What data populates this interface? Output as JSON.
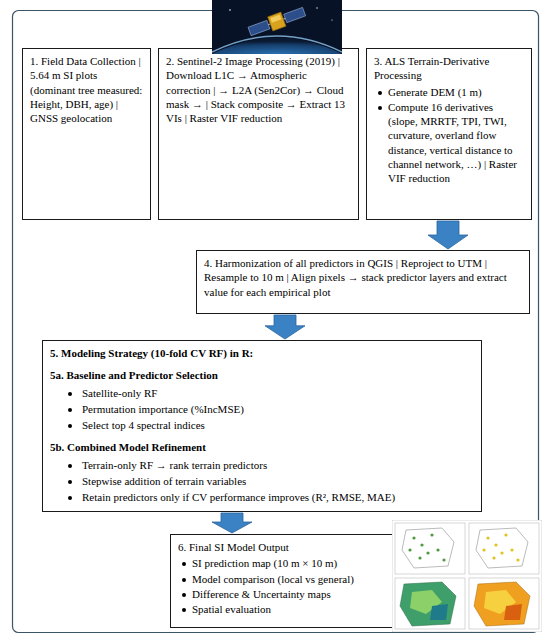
{
  "diagram": {
    "nodes": [
      {
        "text": [
          "1. Field Data Collection | 5.64 m SI plots (dominant tree measured: Height, DBH, age) | GNSS geolocation"
        ]
      },
      {
        "text": [
          "2. Sentinel-2 Image Processing (2019) | Download L1C → Atmospheric correction | → L2A (Sen2Cor) → Cloud mask → | Stack composite → Extract 13 VIs | Raster VIF reduction"
        ]
      },
      {
        "text": [
          "3. ALS Terrain-Derivative Processing",
          "Generate DEM (1 m)",
          "Compute 16 derivatives (slope, MRRTF, TPI, TWI, curvature, overland flow distance, vertical distance to channel network, …) | Raster VIF reduction"
        ]
      },
      {
        "text": [
          "4. Harmonization of all predictors in QGIS | Reproject to UTM | Resample to 10 m | Align pixels → stack predictor layers and extract value for each empirical plot"
        ]
      },
      {
        "text": [
          "5. Modeling Strategy (10-fold CV RF) in R:",
          "5a. Baseline and Predictor Selection",
          "Satellite-only RF",
          "Permutation importance (%IncMSE)",
          "Select top 4 spectral indices",
          "5b. Combined Model Refinement",
          "Terrain-only RF → rank terrain predictors",
          "Stepwise addition of terrain variables",
          "Retain predictors only if CV performance improves (R², RMSE, MAE)"
        ]
      },
      {
        "text": [
          "6. Final SI Model Output",
          "SI prediction map (10 m × 10 m)",
          "Model comparison (local vs general)",
          "Difference & Uncertainty maps",
          "Spatial evaluation"
        ]
      }
    ],
    "edges": [
      {
        "from": 2,
        "to": 3,
        "arrow": "to"
      },
      {
        "from": 3,
        "to": 4,
        "arrow": "to"
      },
      {
        "from": 4,
        "to": 5,
        "arrow": "to"
      }
    ]
  }
}
